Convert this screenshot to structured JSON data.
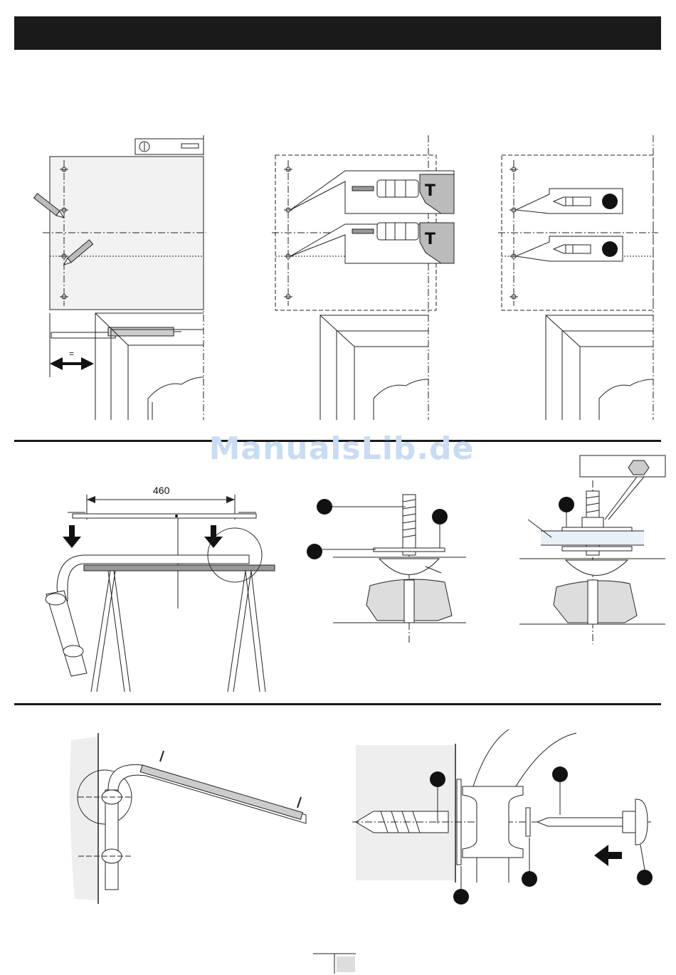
{
  "header": {
    "text": ""
  },
  "watermark": {
    "text": "ManualsLib.de"
  },
  "step2": {
    "dimension": "460"
  },
  "step1": {
    "equal_sign": "=",
    "tool_letter": "T"
  },
  "footer": {
    "page_number": ""
  },
  "icons": [
    "pencil-icon",
    "spirit-level-icon",
    "tape-measure-icon",
    "drill-bit-icon",
    "wall-plug-icon",
    "screw-icon",
    "arrow-down-icon",
    "arrow-left-icon",
    "hex-nut-icon"
  ]
}
